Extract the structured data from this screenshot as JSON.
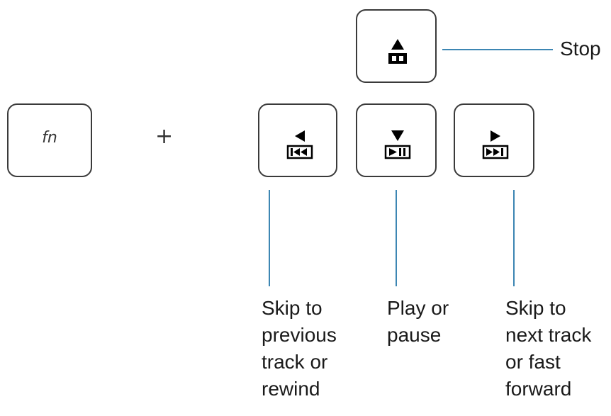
{
  "keys": {
    "fn": {
      "label": "fn"
    },
    "plus": "+"
  },
  "labels": {
    "stop": "Stop",
    "previous": "Skip to\nprevious\ntrack or\nrewind",
    "play_pause": "Play or\npause",
    "next": "Skip to\nnext track\nor fast\nforward"
  },
  "colors": {
    "leader_line": "#3d86b3",
    "key_border": "#3a3a3a",
    "glyph": "#000000"
  },
  "icons": {
    "stop_key": [
      "up-arrow-icon",
      "eject-icon"
    ],
    "prev_key": [
      "left-arrow-icon",
      "skip-previous-icon"
    ],
    "play_key": [
      "down-arrow-icon",
      "play-pause-icon"
    ],
    "next_key": [
      "right-arrow-icon",
      "skip-next-icon"
    ]
  }
}
